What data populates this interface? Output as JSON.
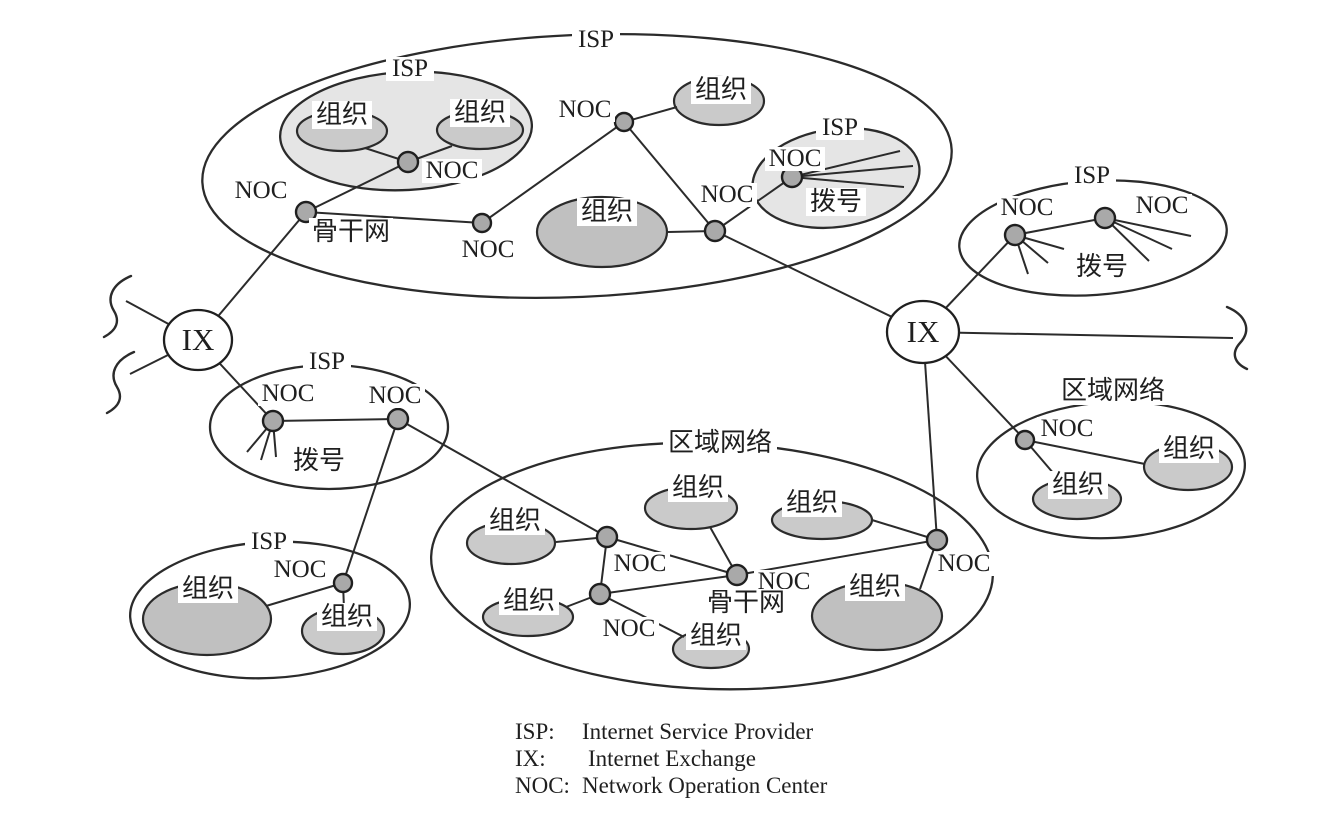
{
  "labels": {
    "isp": "ISP",
    "ix": "IX",
    "noc": "NOC",
    "organization": "组织",
    "dialup": "拨号",
    "backbone": "骨干网",
    "regional_network": "区域网络"
  },
  "legend": {
    "rows": [
      {
        "abbr": "ISP:",
        "definition": "Internet Service Provider"
      },
      {
        "abbr": "IX:",
        "definition": "Internet Exchange"
      },
      {
        "abbr": "NOC:",
        "definition": "Network Operation Center"
      }
    ]
  },
  "colors": {
    "background": "#ffffff",
    "line": "#2b2b2b",
    "node_fill": "#a9a9a9",
    "ix_fill": "#ffffff",
    "isp_shaded_fill": "#e5e5e5",
    "org_fill": "#cacaca",
    "org_fill_dark": "#c0c0c0",
    "text": "#1f1f1f"
  },
  "groups": [
    {
      "type": "isp",
      "label": "ISP",
      "region": "top",
      "contains": [
        "inner ISP with 组织 ×2 and NOC",
        "骨干网 NOC pair",
        "NOC ×2",
        "组织 ×2",
        "inner ISP with NOC and 拨号"
      ]
    },
    {
      "type": "isp",
      "label": "ISP",
      "region": "top-right",
      "contains": [
        "NOC ×2",
        "拨号"
      ]
    },
    {
      "type": "isp",
      "label": "ISP",
      "region": "middle-left",
      "contains": [
        "NOC ×2",
        "拨号"
      ]
    },
    {
      "type": "isp",
      "label": "ISP",
      "region": "bottom-left",
      "contains": [
        "组织 ×2",
        "NOC"
      ]
    },
    {
      "type": "regional_network",
      "label": "区域网络",
      "region": "bottom-center",
      "contains": [
        "组织 ×6",
        "NOC ×4",
        "骨干网"
      ]
    },
    {
      "type": "regional_network",
      "label": "区域网络",
      "region": "bottom-right",
      "contains": [
        "NOC",
        "组织 ×2"
      ]
    },
    {
      "type": "internet_exchange",
      "label": "IX",
      "region": "left"
    },
    {
      "type": "internet_exchange",
      "label": "IX",
      "region": "right"
    }
  ]
}
